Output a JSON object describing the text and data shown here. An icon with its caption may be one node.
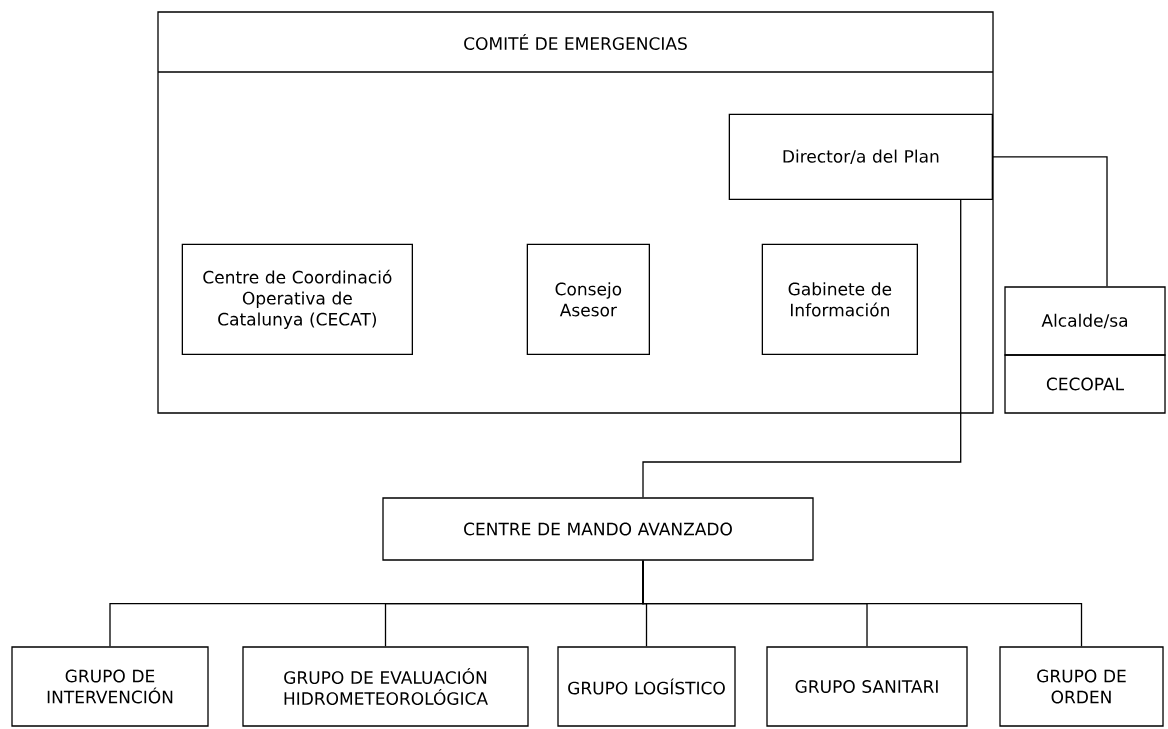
{
  "diagram": {
    "nodes": [
      {
        "text": [
          "COMITÉ DE EMERGENCIAS"
        ]
      },
      {
        "text": [
          "Director/a del Plan"
        ],
        "in": 0
      },
      {
        "text": [
          "Centre de Coordinació Operativa de Catalunya (CECAT)"
        ],
        "in": 0
      },
      {
        "text": [
          "Consejo Asesor"
        ],
        "in": 0
      },
      {
        "text": [
          "Gabinete de Información"
        ],
        "in": 0
      },
      {
        "text": [
          "Alcalde/sa"
        ]
      },
      {
        "text": [
          "CECOPAL"
        ]
      },
      {
        "text": [
          "CENTRE DE MANDO AVANZADO"
        ]
      },
      {
        "text": [
          "GRUPO DE INTERVENCIÓN"
        ]
      },
      {
        "text": [
          "GRUPO DE EVALUACIÓN HIDROMETEOROLÓGICA"
        ]
      },
      {
        "text": [
          "GRUPO LOGÍSTICO"
        ]
      },
      {
        "text": [
          "GRUPO SANITARI"
        ]
      },
      {
        "text": [
          "GRUPO DE ORDEN"
        ]
      }
    ],
    "edges": [
      {
        "from": 1,
        "to": 5,
        "arrow": "none"
      },
      {
        "from": 1,
        "to": 7,
        "arrow": "none"
      },
      {
        "from": 7,
        "to": 8,
        "arrow": "none"
      },
      {
        "from": 7,
        "to": 9,
        "arrow": "none"
      },
      {
        "from": 7,
        "to": 10,
        "arrow": "none"
      },
      {
        "from": 7,
        "to": 11,
        "arrow": "none"
      },
      {
        "from": 7,
        "to": 12,
        "arrow": "none"
      }
    ]
  }
}
